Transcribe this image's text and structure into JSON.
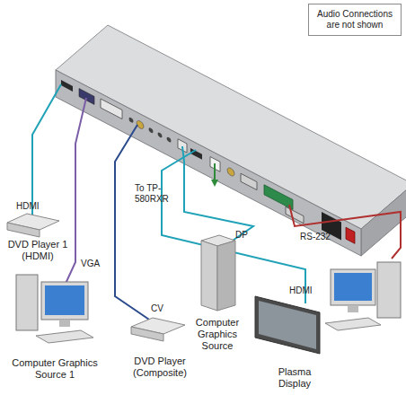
{
  "diagram": {
    "nodes": [
      {
        "text": [
          "Audio Connections are not shown"
        ]
      },
      {
        "text": [
          "DVD Player 1 (HDMI)"
        ]
      },
      {
        "text": [
          "Computer Graphics Source 1"
        ]
      },
      {
        "text": [
          "DVD Player (Composite)"
        ]
      },
      {
        "text": [
          "Computer Graphics Source"
        ]
      },
      {
        "text": [
          "Plasma Display"
        ]
      }
    ],
    "labels": [
      "HDMI",
      "VGA",
      "CV",
      "DP",
      "HDMI",
      "RS-232",
      "To TP-580RXR"
    ]
  }
}
